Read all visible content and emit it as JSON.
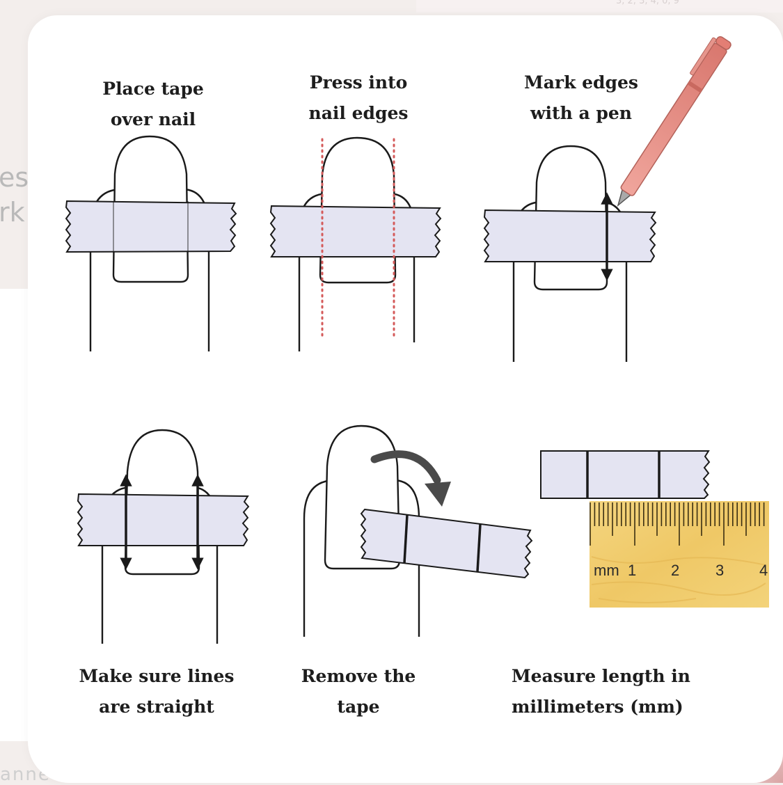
{
  "background": {
    "left_fragment_1": "ess",
    "left_fragment_2": "rk",
    "top_fragment": "3, 2, 3, 4, 0, 9",
    "bottom_fragment": "anne"
  },
  "steps": [
    {
      "line1": "Place tape",
      "line2": "over nail"
    },
    {
      "line1": "Press into",
      "line2": "nail edges"
    },
    {
      "line1": "Mark edges",
      "line2": "with a pen"
    },
    {
      "line1": "Make sure lines",
      "line2": "are straight"
    },
    {
      "line1": "Remove the",
      "line2": "tape"
    },
    {
      "line1": "Measure length in",
      "line2": "millimeters (mm)"
    }
  ],
  "ruler": {
    "unit_label": "mm",
    "numbers": [
      "1",
      "2",
      "3",
      "4"
    ]
  },
  "colors": {
    "tape": "#e4e4f2",
    "outline": "#1a1a1a",
    "pen_body": "#e8928a",
    "dotted_guide": "#d45a5a",
    "ruler_wood": "#f2cf73"
  }
}
